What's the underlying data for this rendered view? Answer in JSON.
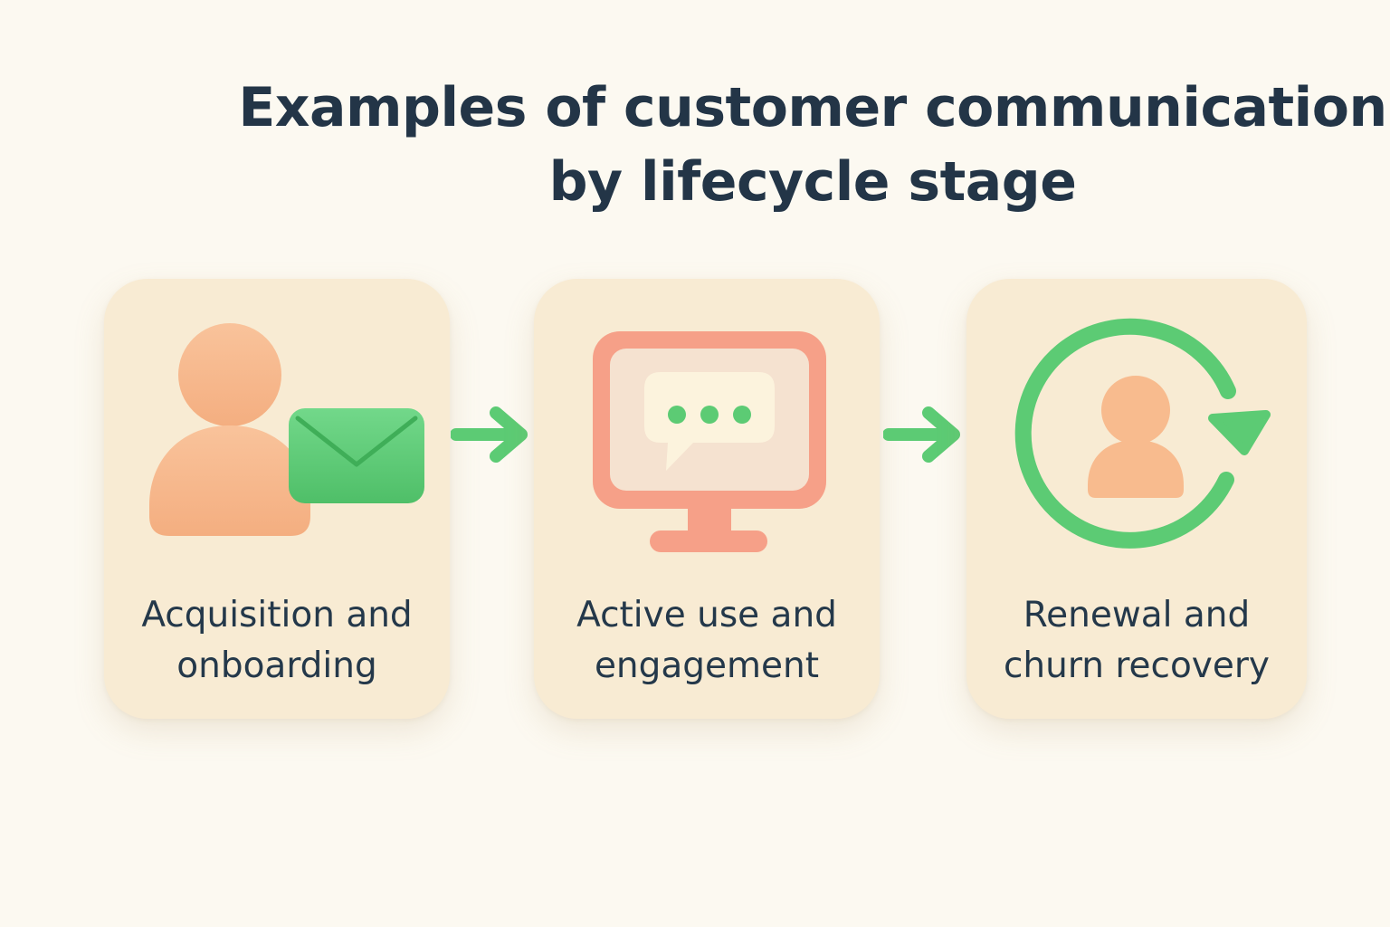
{
  "title": {
    "line1": "Examples of customer communication",
    "line2": "by lifecycle stage"
  },
  "stages": [
    {
      "label_line1": "Acquisition and",
      "label_line2": "onboarding",
      "icon": "user-with-envelope-icon"
    },
    {
      "label_line1": "Active use and",
      "label_line2": "engagement",
      "icon": "monitor-chat-bubble-icon"
    },
    {
      "label_line1": "Renewal and",
      "label_line2": "churn recovery",
      "icon": "user-cycle-icon"
    }
  ],
  "colors": {
    "background": "#fcf9f1",
    "card": "#f8ebd3",
    "peach": "#f8bb8e",
    "green": "#5ccb74",
    "coral": "#f6a088",
    "text": "#24384a"
  }
}
